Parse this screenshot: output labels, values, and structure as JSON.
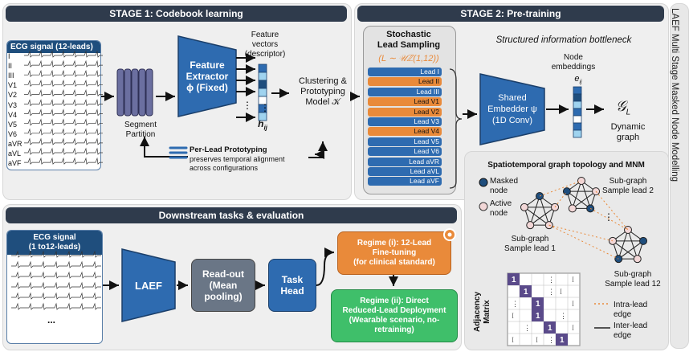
{
  "stage1": {
    "title": "STAGE 1: Codebook learning",
    "ecg_title": "ECG signal (12-leads)",
    "lead_labels": [
      "I",
      "II",
      "III",
      "V1",
      "V2",
      "V3",
      "V4",
      "V5",
      "V6",
      "aVR",
      "aVL",
      "aVF"
    ],
    "segment_label": "Segment\nPartition",
    "extractor_label": "Feature\nExtractor\nϕ (Fixed)",
    "feature_vectors": "Feature\nvectors\n(descriptor)",
    "h_label": "h",
    "h_sub": "ij",
    "clustering": "Clustering &\nPrototyping\nModel 𝒦",
    "prototyping_title": "Per-Lead Prototyping",
    "prototyping_desc": "preserves temporal alignment\nacross configurations"
  },
  "stage2": {
    "title": "STAGE 2: Pre-training",
    "sampling_title": "Stochastic\nLead Sampling",
    "sampling_formula": "(L ∼ 𝒰ℤ(1,12))",
    "leads": [
      {
        "name": "Lead I",
        "state": "blue"
      },
      {
        "name": "Lead II",
        "state": "orange"
      },
      {
        "name": "Lead III",
        "state": "blue"
      },
      {
        "name": "Lead V1",
        "state": "orange"
      },
      {
        "name": "Lead V2",
        "state": "orange"
      },
      {
        "name": "Lead V3",
        "state": "blue"
      },
      {
        "name": "Lead V4",
        "state": "orange"
      },
      {
        "name": "Lead V5",
        "state": "blue"
      },
      {
        "name": "Lead V6",
        "state": "blue"
      },
      {
        "name": "Lead aVR",
        "state": "blue"
      },
      {
        "name": "Lead aVL",
        "state": "blue"
      },
      {
        "name": "Lead aVF",
        "state": "blue"
      }
    ],
    "bottleneck": "Structured information bottleneck",
    "embedder": "Shared\nEmbedder ψ\n(1D Conv)",
    "node_embeddings": "Node\nembeddings",
    "e_label": "e",
    "e_sub": "ij",
    "graph_symbol": "𝒢",
    "graph_sub": "L",
    "dynamic_graph": "Dynamic\ngraph"
  },
  "side_title": "LAEF Multi Stage Masked Node Modelling",
  "graph_panel": {
    "title": "Spatiotemporal graph topology and MNM",
    "masked_node": "Masked\nnode",
    "active_node": "Active\nnode",
    "sg1": "Sub-graph\nSample lead 1",
    "sg2": "Sub-graph\nSample lead 2",
    "sg12": "Sub-graph\nSample lead 12",
    "adjacency": "Adjacency\nMatrix",
    "intra": "Intra-lead\nedge",
    "inter": "Inter-lead\nedge",
    "matrix_one": "1",
    "matrix_i": "I",
    "dots": "⋮"
  },
  "downstream": {
    "title": "Downstream tasks & evaluation",
    "ecg_title": "ECG signal\n(1 to12-leads)",
    "ellipsis": "...",
    "laef": "LAEF",
    "readout": "Read-out\n(Mean\npooling)",
    "task_head": "Task\nHead",
    "regime1": "Regime (i): 12-Lead\nFine-tuning\n(for clinical standard)",
    "regime2": "Regime (ii): Direct\nReduced-Lead Deployment\n(Wearable scenario, no-\nretraining)"
  },
  "colors": {
    "dark": "#2f3b4c",
    "blue": "#2e6bb0",
    "orange": "#e98a3a",
    "green": "#3fbf6a",
    "gray_box": "#6a7686"
  }
}
